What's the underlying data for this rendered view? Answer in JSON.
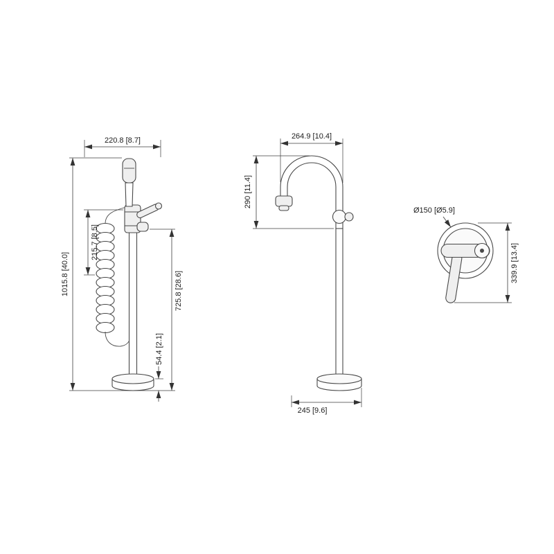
{
  "front": {
    "width_top": "220.8 [8.7]",
    "height_total": "1015.8 [40.0]",
    "height_handshower": "215.7 [8.5]",
    "height_spout": "725.8 [28.6]",
    "height_base": "54.4 [2.1]"
  },
  "side": {
    "width_top": "264.9 [10.4]",
    "height_spout_top": "290 [11.4]",
    "width_base": "245 [9.6]"
  },
  "top": {
    "base_diameter": "Ø150 [Ø5.9]",
    "handle_length": "339.9 [13.4]"
  }
}
